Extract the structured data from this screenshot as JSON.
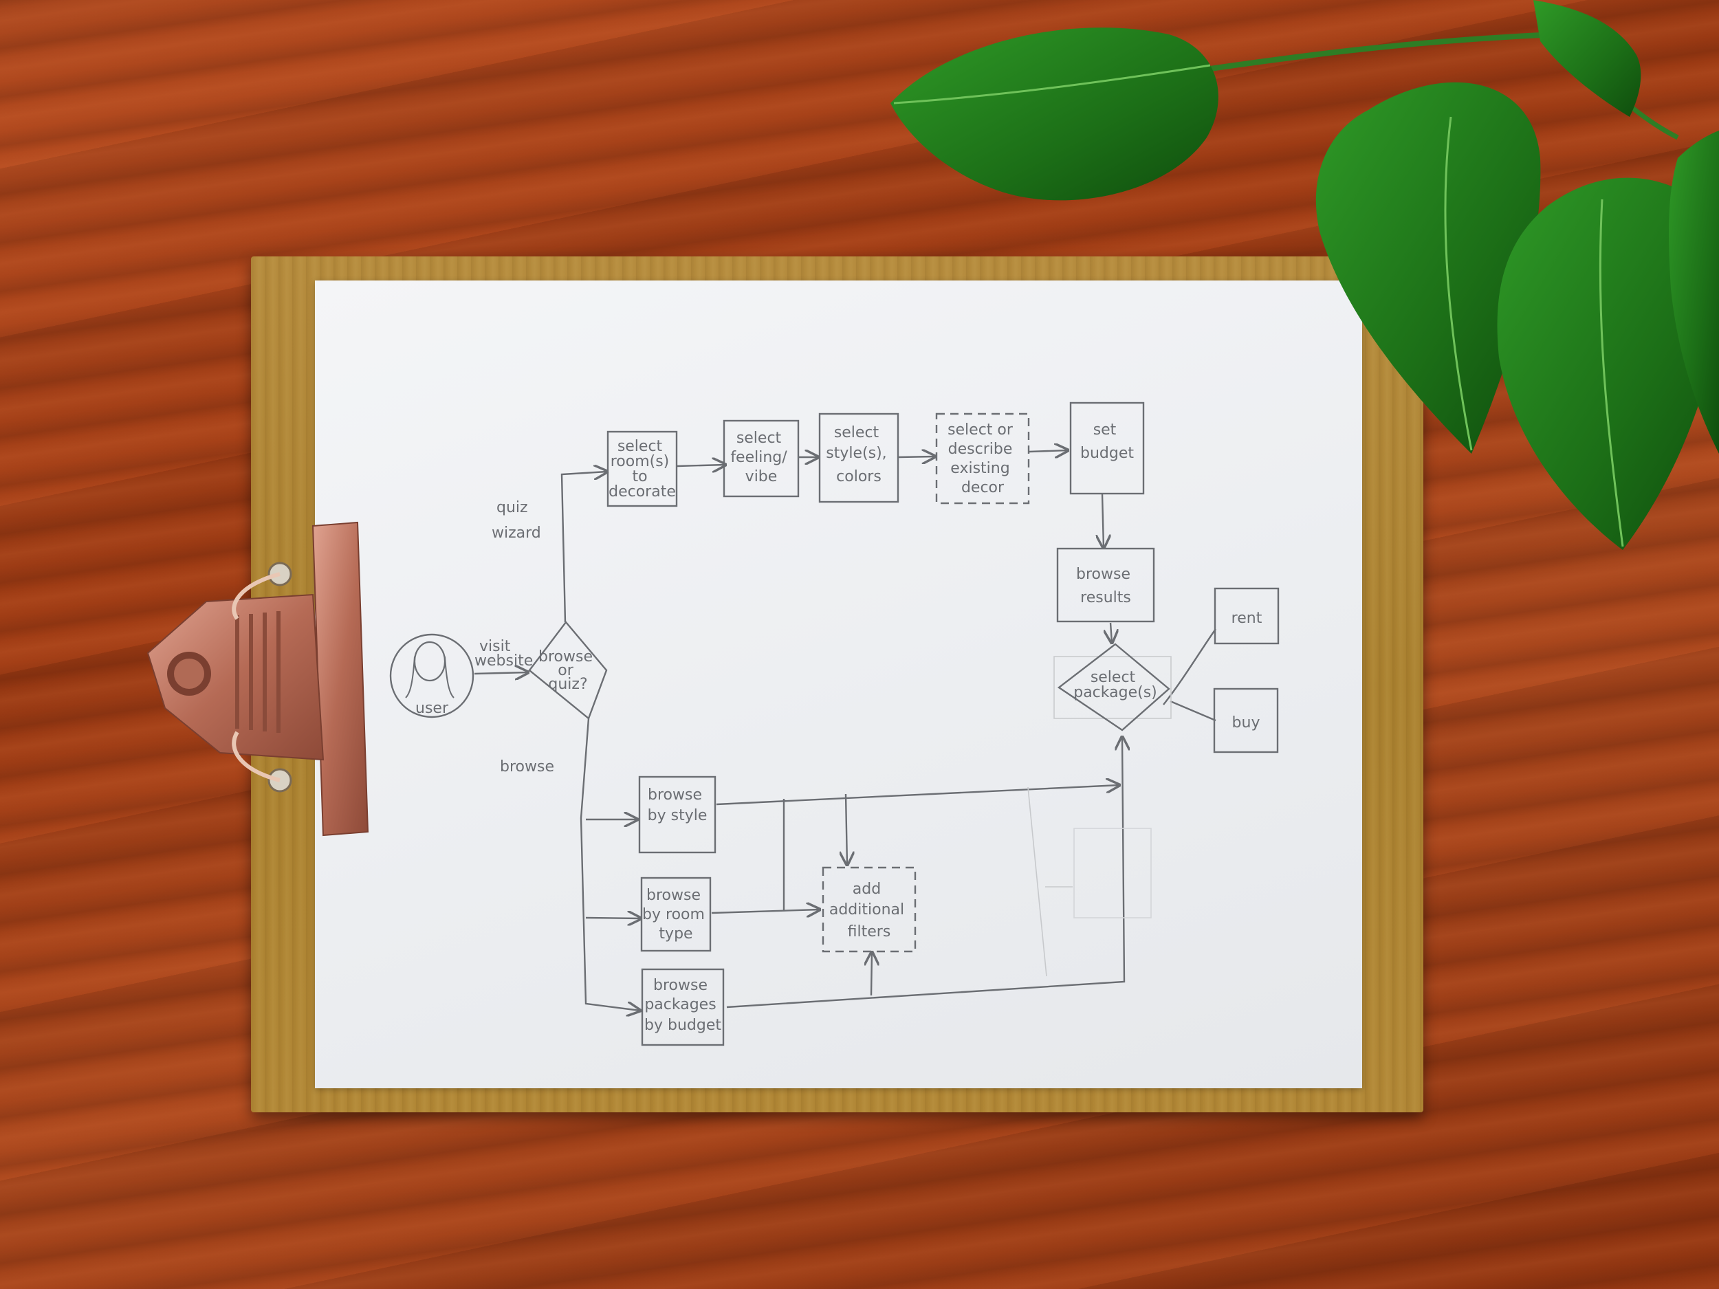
{
  "diagram": {
    "nodes": {
      "user": "user",
      "browse_or_quiz": [
        "browse",
        "or",
        "quiz?"
      ],
      "select_rooms": [
        "select",
        "room(s)",
        "to",
        "decorate"
      ],
      "select_feeling": [
        "select",
        "feeling/",
        "vibe"
      ],
      "select_styles": [
        "select",
        "style(s),",
        "colors"
      ],
      "select_decor": [
        "select or",
        "describe",
        "existing",
        "decor"
      ],
      "set_budget": [
        "set",
        "budget"
      ],
      "browse_results": [
        "browse",
        "results"
      ],
      "select_packages": [
        "select",
        "package(s)"
      ],
      "rent": "rent",
      "buy": "buy",
      "browse_by_style": [
        "browse",
        "by style"
      ],
      "browse_by_room": [
        "browse",
        "by room",
        "type"
      ],
      "browse_by_budget": [
        "browse",
        "packages",
        "by budget"
      ],
      "add_filters": [
        "add",
        "additional",
        "filters"
      ]
    },
    "edge_labels": {
      "visit_website": [
        "visit",
        "website"
      ],
      "quiz_wizard": [
        "quiz",
        "wizard"
      ],
      "browse": "browse"
    }
  },
  "colors": {
    "pencil": "#6b6e73",
    "paper": "#eef0f2",
    "clipboard": "#ad8433",
    "desk": "#a3411a",
    "leaf": "#1f7a1a",
    "clip": "#c47e6a"
  }
}
